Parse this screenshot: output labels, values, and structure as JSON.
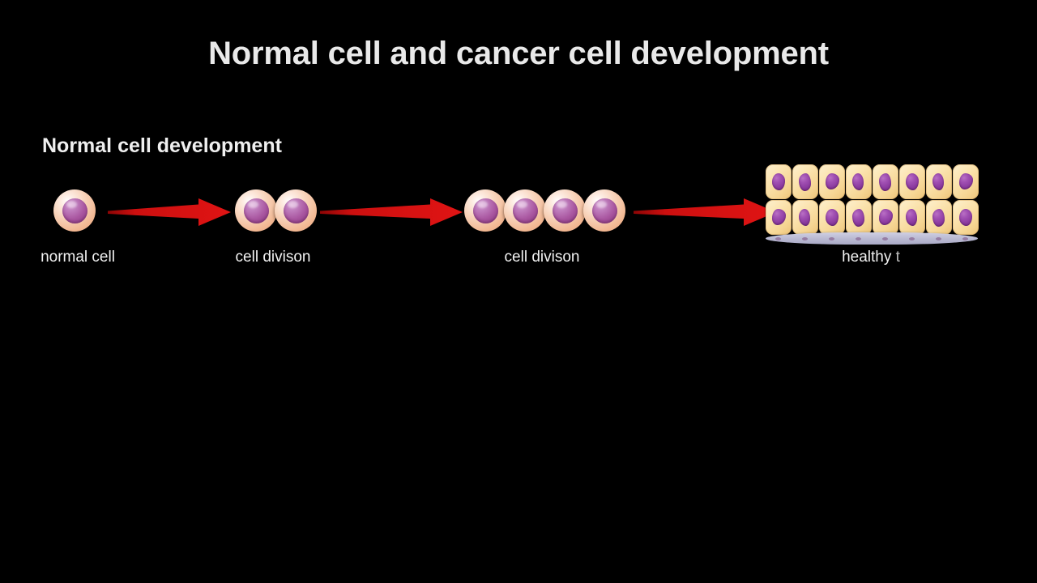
{
  "page": {
    "background_color": "#000000",
    "title": "Normal cell and cancer cell development",
    "section_title": "Normal cell development"
  },
  "colors": {
    "background": "#000000",
    "title_text": "#e9e9e9",
    "caption_text": "#f2f2f2",
    "caption_pending_text": "#bdbdbd",
    "arrow_red": "#d81111",
    "arrow_red_dark": "#9c0606",
    "cell_membrane": "#f5c9a8",
    "cell_nucleus": "#a8559f",
    "tissue_cell": "#f9e1ad",
    "tissue_nucleus": "#8f3da1",
    "basement_membrane": "#bcbcd4"
  },
  "normal_row": {
    "label": "Normal cell development",
    "stages": [
      {
        "name": "normal-cell",
        "caption": "normal cell",
        "cell_count": 1
      },
      {
        "name": "cell-division-two",
        "caption": "cell divison",
        "cell_count": 2
      },
      {
        "name": "cell-division-four",
        "caption": "cell divison",
        "cell_count": 4
      },
      {
        "name": "healthy-tissue",
        "caption": "healthy ",
        "caption_pending": "t",
        "tissue_rows": 2,
        "tissue_columns": 8
      }
    ],
    "arrows": [
      {
        "name": "arrow-1",
        "direction": "right"
      },
      {
        "name": "arrow-2",
        "direction": "right"
      },
      {
        "name": "arrow-3",
        "direction": "right"
      }
    ]
  }
}
